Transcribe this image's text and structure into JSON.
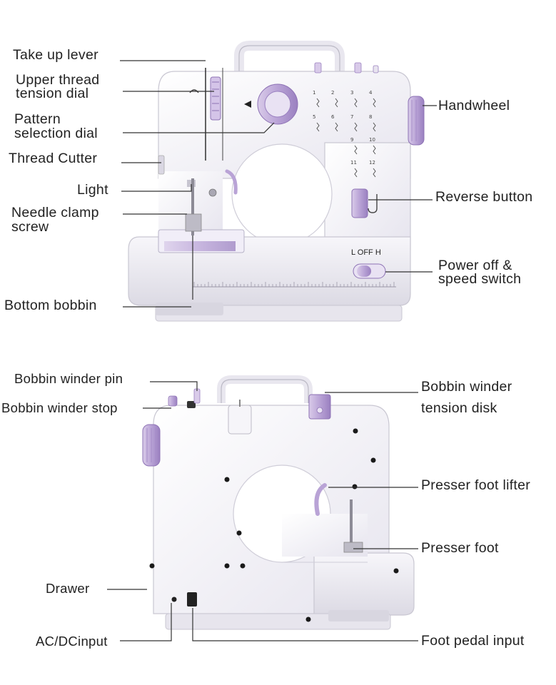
{
  "diagram": {
    "front_labels": {
      "take_up_lever": "Take up lever",
      "upper_thread_tension_dial_line1": "Upper thread",
      "upper_thread_tension_dial_line2": "tension dial",
      "pattern_selection_dial_line1": "Pattern",
      "pattern_selection_dial_line2": "selection dial",
      "thread_cutter": "Thread Cutter",
      "light": "Light",
      "needle_clamp_screw_line1": "Needle clamp",
      "needle_clamp_screw_line2": "screw",
      "bottom_bobbin": "Bottom bobbin",
      "handwheel": "Handwheel",
      "reverse_button": "Reverse button",
      "power_speed_switch_line1": "Power off &",
      "power_speed_switch_line2": "speed switch",
      "switch_positions": "L  OFF  H"
    },
    "rear_labels": {
      "bobbin_winder_pin": "Bobbin winder pin",
      "bobbin_winder_stop": "Bobbin winder stop",
      "bobbin_winder_tension_disk_line1": "Bobbin winder",
      "bobbin_winder_tension_disk_line2": "tension disk",
      "presser_foot_lifter": "Presser foot lifter",
      "presser_foot": "Presser foot",
      "drawer": "Drawer",
      "ac_dc_input": "AC/DCinput",
      "foot_pedal_input": "Foot pedal input"
    },
    "stitch_numbers": [
      "1",
      "2",
      "3",
      "4",
      "5",
      "6",
      "7",
      "8",
      "9",
      "10",
      "11",
      "12"
    ],
    "colors": {
      "body": "#f4f3f8",
      "body_shade": "#e3e1ec",
      "accent": "#b9a3d6",
      "accent_dark": "#8e73b5",
      "leader_line": "#333333"
    }
  }
}
